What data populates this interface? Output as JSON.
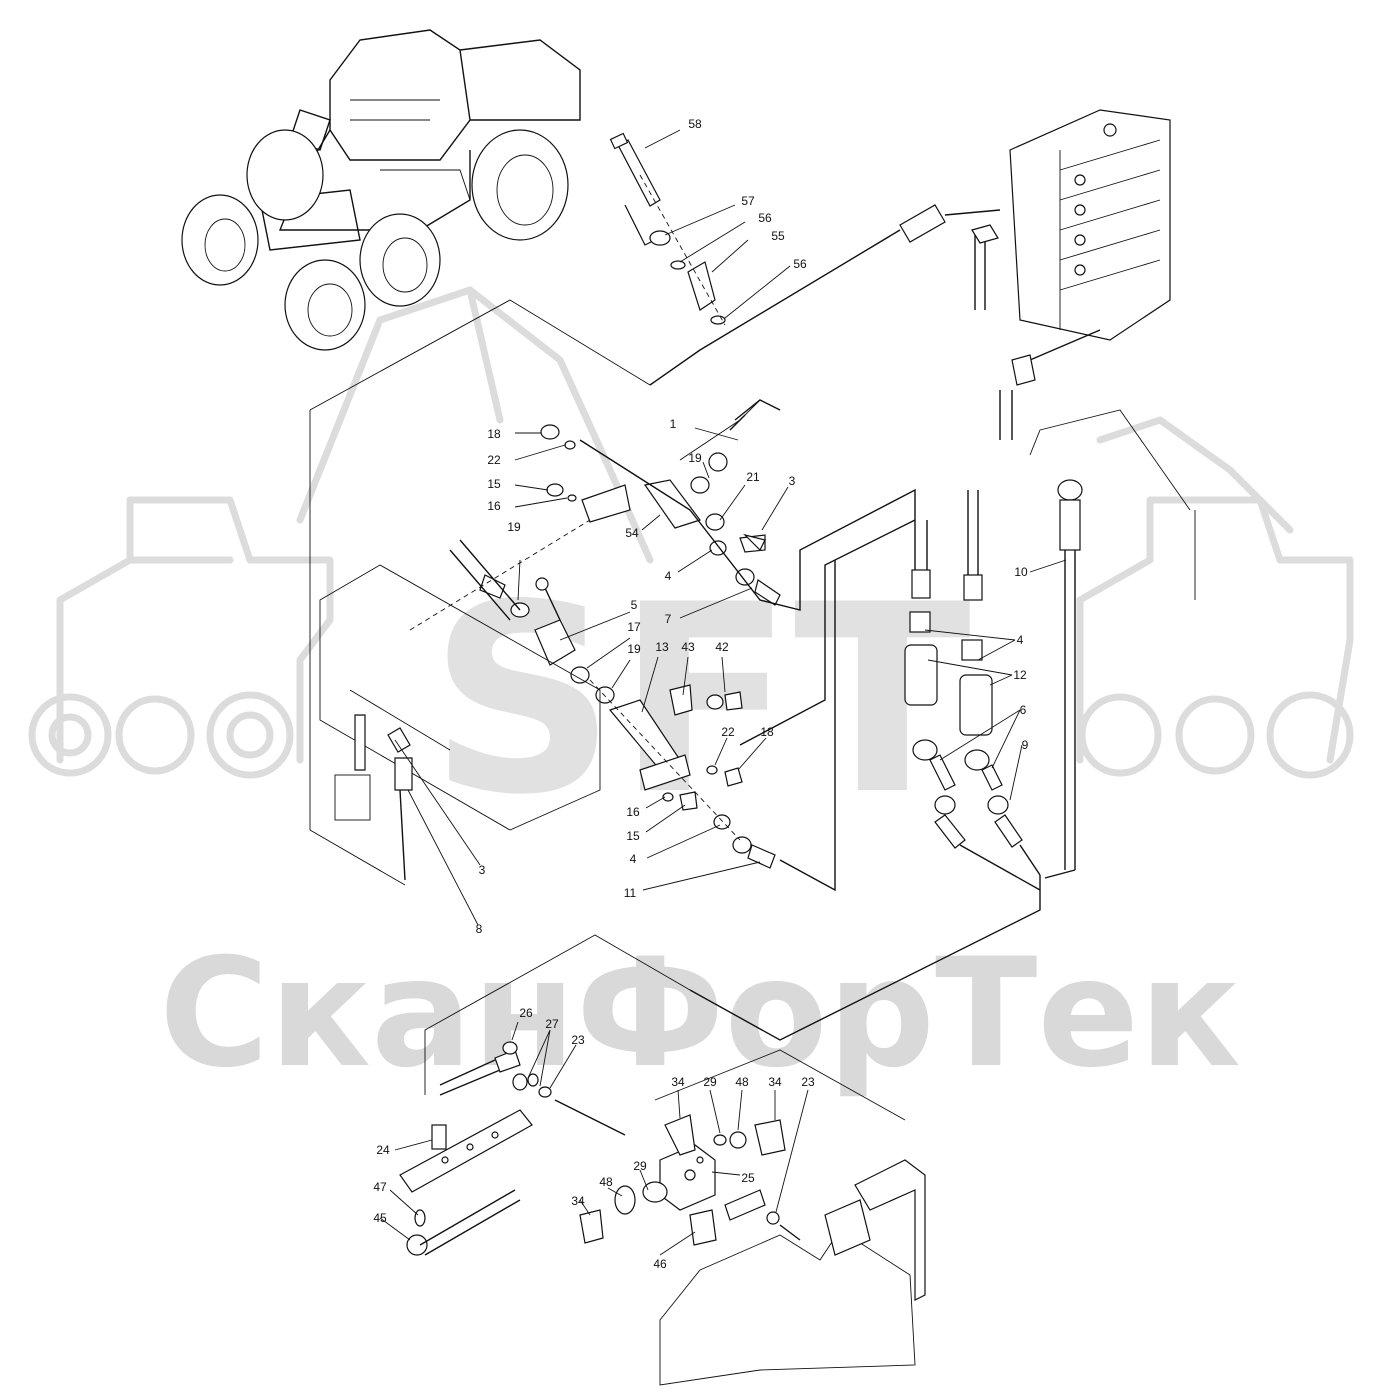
{
  "watermark": {
    "logo_letters": "SFT",
    "brand_text": "СканФорТек"
  },
  "callouts": [
    {
      "id": "c58",
      "text": "58"
    },
    {
      "id": "c57",
      "text": "57"
    },
    {
      "id": "c56a",
      "text": "56"
    },
    {
      "id": "c55",
      "text": "55"
    },
    {
      "id": "c56b",
      "text": "56"
    },
    {
      "id": "c18a",
      "text": "18"
    },
    {
      "id": "c22a",
      "text": "22"
    },
    {
      "id": "c15a",
      "text": "15"
    },
    {
      "id": "c16a",
      "text": "16"
    },
    {
      "id": "c19a",
      "text": "19"
    },
    {
      "id": "c1",
      "text": "1"
    },
    {
      "id": "c19b",
      "text": "19"
    },
    {
      "id": "c21",
      "text": "21"
    },
    {
      "id": "c3a",
      "text": "3"
    },
    {
      "id": "c54",
      "text": "54"
    },
    {
      "id": "c4a",
      "text": "4"
    },
    {
      "id": "c5",
      "text": "5"
    },
    {
      "id": "c7",
      "text": "7"
    },
    {
      "id": "c17",
      "text": "17"
    },
    {
      "id": "c19c",
      "text": "19"
    },
    {
      "id": "c13",
      "text": "13"
    },
    {
      "id": "c43",
      "text": "43"
    },
    {
      "id": "c42",
      "text": "42"
    },
    {
      "id": "c22b",
      "text": "22"
    },
    {
      "id": "c18b",
      "text": "18"
    },
    {
      "id": "c16b",
      "text": "16"
    },
    {
      "id": "c15b",
      "text": "15"
    },
    {
      "id": "c4b",
      "text": "4"
    },
    {
      "id": "c11",
      "text": "11"
    },
    {
      "id": "c3b",
      "text": "3"
    },
    {
      "id": "c8",
      "text": "8"
    },
    {
      "id": "c10",
      "text": "10"
    },
    {
      "id": "c4c",
      "text": "4"
    },
    {
      "id": "c12",
      "text": "12"
    },
    {
      "id": "c6",
      "text": "6"
    },
    {
      "id": "c9",
      "text": "9"
    },
    {
      "id": "c26",
      "text": "26"
    },
    {
      "id": "c27",
      "text": "27"
    },
    {
      "id": "c23a",
      "text": "23"
    },
    {
      "id": "c34a",
      "text": "34"
    },
    {
      "id": "c29a",
      "text": "29"
    },
    {
      "id": "c48a",
      "text": "48"
    },
    {
      "id": "c34b",
      "text": "34"
    },
    {
      "id": "c23b",
      "text": "23"
    },
    {
      "id": "c24",
      "text": "24"
    },
    {
      "id": "c25",
      "text": "25"
    },
    {
      "id": "c29b",
      "text": "29"
    },
    {
      "id": "c48b",
      "text": "48"
    },
    {
      "id": "c34c",
      "text": "34"
    },
    {
      "id": "c47",
      "text": "47"
    },
    {
      "id": "c45",
      "text": "45"
    },
    {
      "id": "c46",
      "text": "46"
    }
  ]
}
